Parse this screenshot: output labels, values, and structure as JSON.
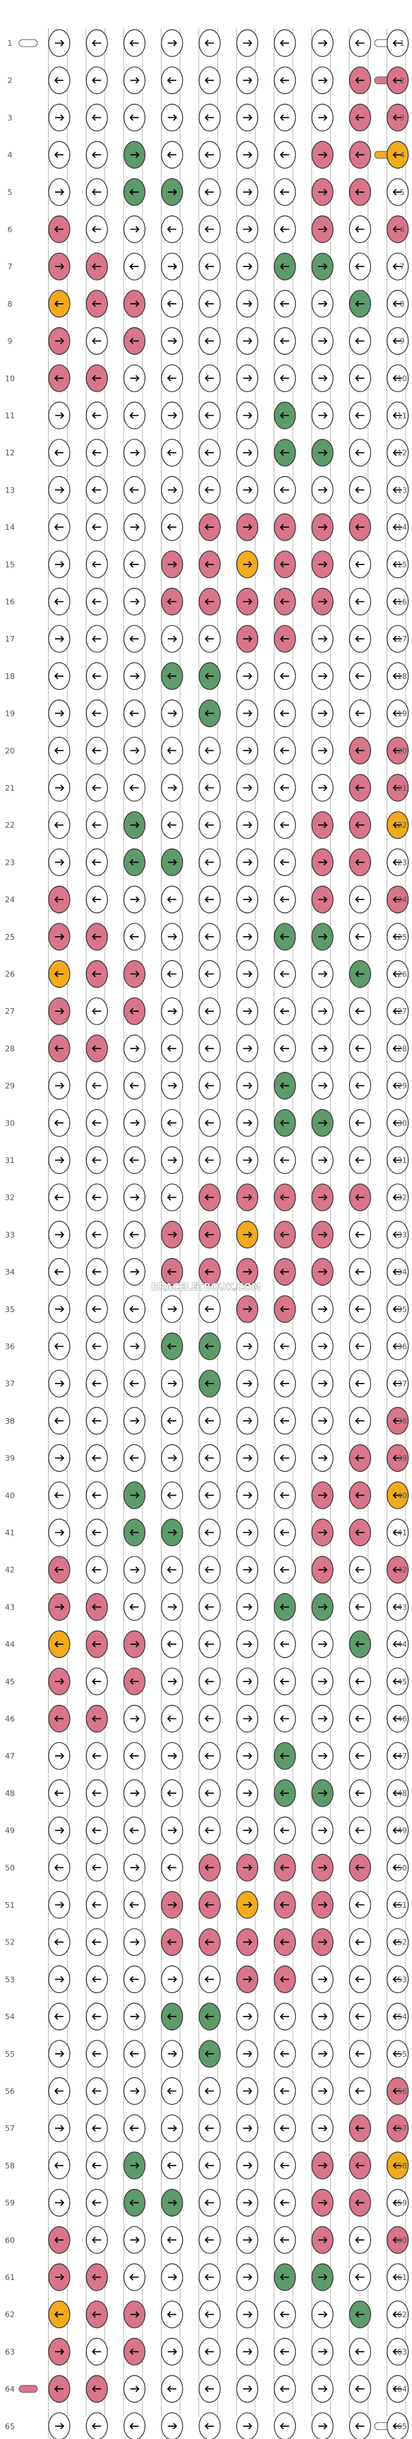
{
  "watermark": "BRACELETBOOK.COM",
  "colors": {
    "background": "#ffffff",
    "knot_outline": "#333333",
    "strand_outline": "#666666",
    "palette": {
      "W": "#ffffff",
      "G": "#5e9b6a",
      "P": "#d9758a",
      "O": "#f2ab1d"
    }
  },
  "pattern": {
    "rows": 65,
    "strings": 20,
    "row_labels": [
      "1",
      "2",
      "3",
      "4",
      "5",
      "6",
      "7",
      "8",
      "9",
      "10",
      "11",
      "12",
      "13",
      "14",
      "15",
      "16",
      "17",
      "18",
      "19",
      "20",
      "21",
      "22",
      "23",
      "24",
      "25",
      "26",
      "27",
      "28",
      "29",
      "30",
      "31",
      "32",
      "33",
      "34",
      "35",
      "36",
      "37",
      "38",
      "39",
      "40",
      "41",
      "42",
      "43",
      "44",
      "45",
      "46",
      "47",
      "48",
      "49",
      "50",
      "51",
      "52",
      "53",
      "54",
      "55",
      "56",
      "57",
      "58",
      "59",
      "60",
      "61",
      "62",
      "63",
      "64",
      "65"
    ],
    "knot_colors": [
      "WWWWWWWWWW",
      "WWWWWWWWPP",
      "WWWWWWWWPP",
      "WWGWWWWPPO",
      "WWGGWWWPPW",
      "PWWWWWWPWP",
      "PPWWWWGGWW",
      "OPPWWWWWGW",
      "PWPWWWWWWW",
      "PPWWWWWWWW",
      "WWWWWWGWWW",
      "WWWWWWGGWW",
      "WWWWWWWWWW",
      "WWWWPPPPPW",
      "WWWPPOPPWW",
      "WWWPPPPPWW",
      "WWWWWPPWWW",
      "WWWGGWWWWW",
      "WWWWGWWWWW",
      "WWWWWWWWPP",
      "WWWWWWWWPP",
      "WWGWWWWPPO",
      "WWGGWWWPPW",
      "PWWWWWWPWP",
      "PPWWWWGGWW",
      "OPPWWWWWGW",
      "PWPWWWWWWW",
      "PPWWWWWWWW",
      "WWWWWWGWWW",
      "WWWWWWGGWW",
      "WWWWWWWWWW",
      "WWWWPPPPPW",
      "WWWPPOPPWW",
      "WWWPPPPPWW",
      "WWWWWPPWWW",
      "WWWGGWWWWW",
      "WWWWGWWWWW",
      "WWWWWWWWWP",
      "WWWWWWWWPP",
      "WWGWWWWPPO",
      "WWGGWWWPPW",
      "PWWWWWWPWP",
      "PPWWWWGGWW",
      "OPPWWWWWGW",
      "PWPWWWWWWW",
      "PPWWWWWWWW",
      "WWWWWWGWWW",
      "WWWWWWGGWW",
      "WWWWWWWWWW",
      "WWWWPPPPPW",
      "WWWPPOPPWW",
      "WWWPPPPPWW",
      "WWWWWPPWWW",
      "WWWGGWWWWW",
      "WWWWGWWWWW",
      "WWWWWWWWWP",
      "WWWWWWWWPP",
      "WWGWWWWPPO",
      "WWGGWWWPPW",
      "PWWWWWWPWP",
      "PPWWWWGGWW",
      "OPPWWWWWGW",
      "PWPWWWWWWW",
      "PPWWWWWWWW",
      "WWWWWWWWWW"
    ],
    "knot_directions": [
      "RLLRLRLRLL",
      "LLRLLRLRLL",
      "RLLRLRLRLL",
      "LLRLLRLRLL",
      "RLLRLRLRLL",
      "LLRLLRLRLL",
      "RLLRLRLRLL",
      "LLRLLRLRLL",
      "RLLRLRLRLL",
      "LLRLLRLRLL",
      "RLLRLRLRLL",
      "LLRLLRLRLL",
      "RLLRLRLRLL",
      "LLRLLRLRLL",
      "RLLRLRLRLL",
      "LLRLLRLRLL",
      "RLLRLRLRLL",
      "LLRLLRLRLL",
      "RLLRLRLRLL",
      "LLRLLRLRLL",
      "RLLRLRLRLL",
      "LLRLLRLRLL",
      "RLLRLRLRLL",
      "LLRLLRLRLL",
      "RLLRLRLRLL",
      "LLRLLRLRLL",
      "RLLRLRLRLL",
      "LLRLLRLRLL",
      "RLLRLRLRLL",
      "LLRLLRLRLL",
      "RLLRLRLRLL",
      "LLRLLRLRLL",
      "RLLRLRLRLL",
      "LLRLLRLRLL",
      "RLLRLRLRLL",
      "LLRLLRLRLL",
      "RLLRLRLRLL",
      "LLRLLRLRLL",
      "RLLRLRLRLL",
      "LLRLLRLRLL",
      "RLLRLRLRLL",
      "LLRLLRLRLL",
      "RLLRLRLRLL",
      "LLRLLRLRLL",
      "RLLRLRLRLL",
      "LLRLLRLRLL",
      "RLLRLRLRLL",
      "LLRLLRLRLL",
      "RLLRLRLRLL",
      "LLRLLRLRLL",
      "RLLRLRLRLL",
      "LLRLLRLRLL",
      "RLLRLRLRLL",
      "LLRLLRLRLL",
      "RLLRLRLRLL",
      "LLRLLRLRLL",
      "RLLRLRLRLL",
      "LLRLLRLRLL",
      "RLLRLRLRLL",
      "LLRLLRLRLL",
      "RLLRLRLRLL",
      "LLRLLRLRLL",
      "RLLRLRLRLL",
      "LLRLLRLRLL",
      "RLLRLRLRLL"
    ],
    "strand_ends": {
      "top_left": "W",
      "top_right": "W",
      "bottom_left": "P",
      "bottom_right": "W",
      "row2_right": "P",
      "row4_right": "O"
    }
  }
}
